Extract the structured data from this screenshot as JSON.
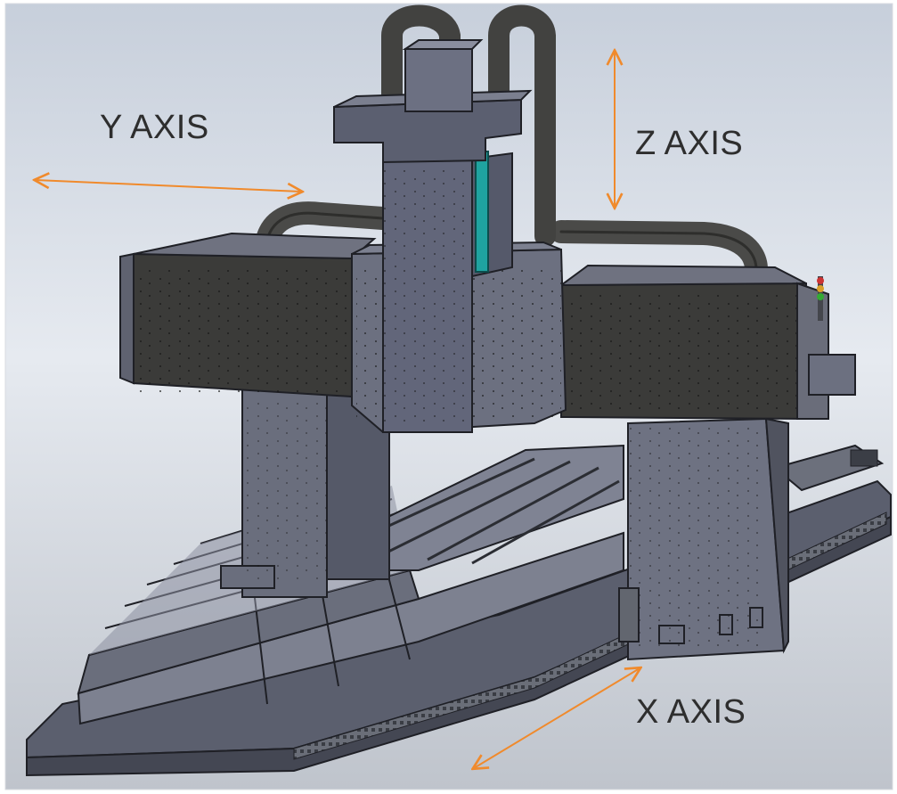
{
  "labels": {
    "y_axis": "Y AXIS",
    "z_axis": "Z AXIS",
    "x_axis": "X AXIS"
  },
  "colors": {
    "arrow": "#f08a2c",
    "machine_body": "#595d6c",
    "machine_dark": "#3a3a38",
    "rail": "#1fa3a0"
  },
  "icons": {
    "machine": "gantry-milling-machine-illustration"
  }
}
